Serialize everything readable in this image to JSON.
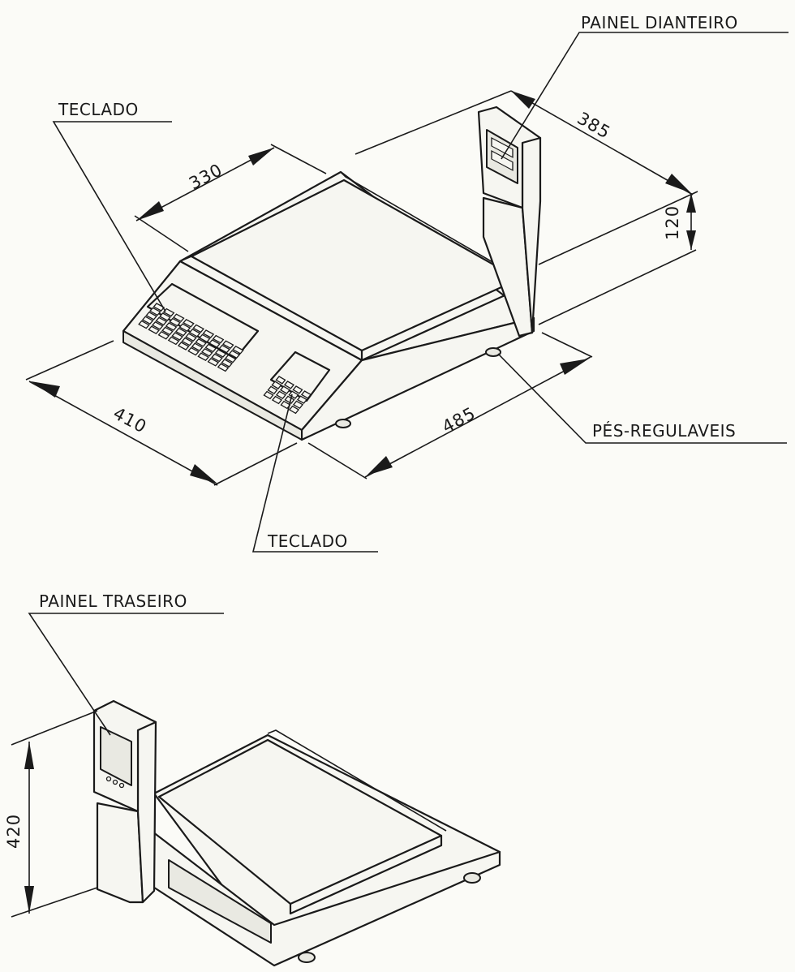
{
  "labels": {
    "painel_dianteiro": "PAINEL DIANTEIRO",
    "teclado_top": "TECLADO",
    "teclado_bottom": "TECLADO",
    "pes_regulaveis": "PÉS-REGULAVEIS",
    "painel_traseiro": "PAINEL TRASEIRO"
  },
  "dimensions": {
    "d330": "330",
    "d385": "385",
    "d120": "120",
    "d410": "410",
    "d485": "485",
    "d420": "420"
  }
}
